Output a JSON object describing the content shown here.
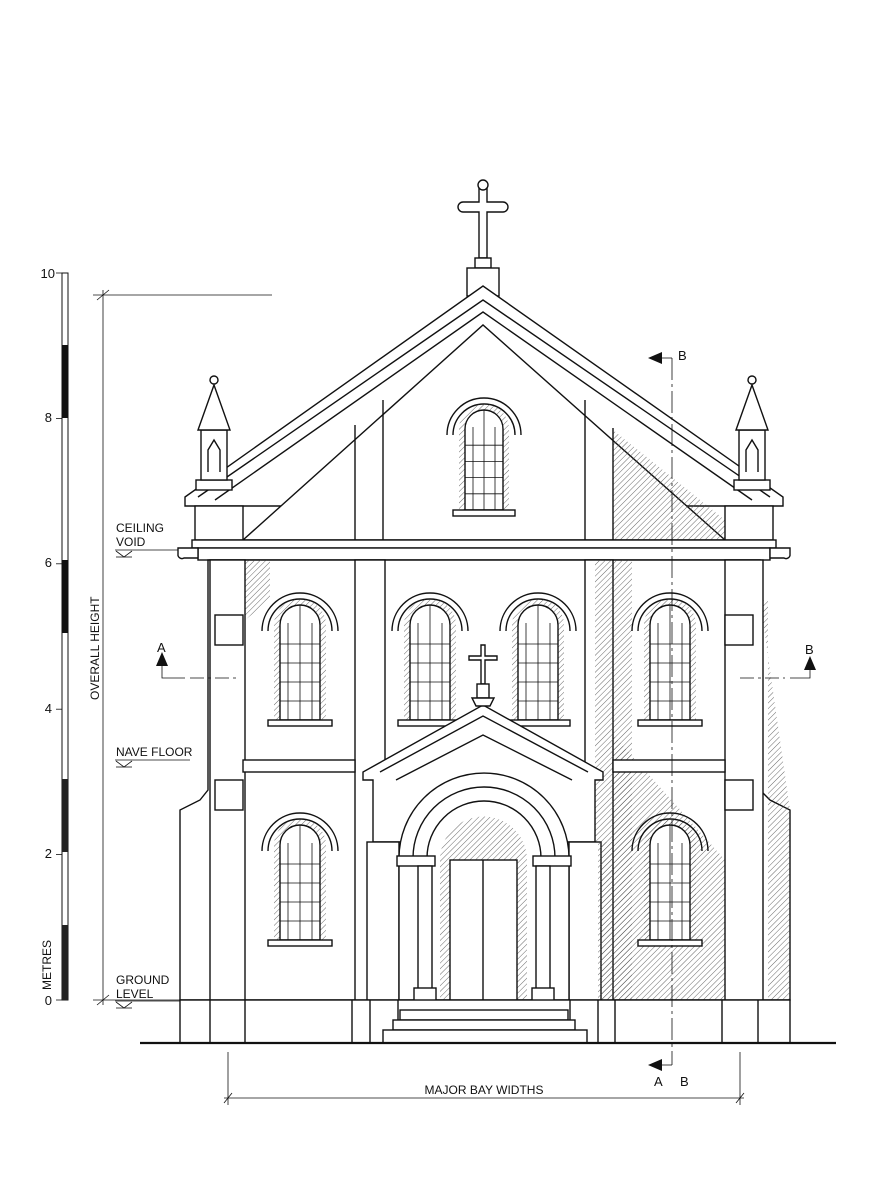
{
  "drawing": {
    "scale": {
      "unit_label": "METRES",
      "ticks": [
        "0",
        "2",
        "4",
        "6",
        "8",
        "10"
      ],
      "range_m": [
        0,
        10
      ]
    },
    "levels": {
      "ceiling_void": [
        "CEILING",
        "VOID"
      ],
      "nave_floor": "NAVE  FLOOR",
      "ground_level": [
        "GROUND",
        "LEVEL"
      ]
    },
    "dimensions": {
      "overall_height": "OVERALL HEIGHT",
      "major_bay_widths": "MAJOR BAY WIDTHS"
    },
    "section_markers": {
      "a_left": "A",
      "b_right": "B",
      "b_top": "B",
      "a_bottom": "A",
      "b_bottom": "B"
    }
  }
}
